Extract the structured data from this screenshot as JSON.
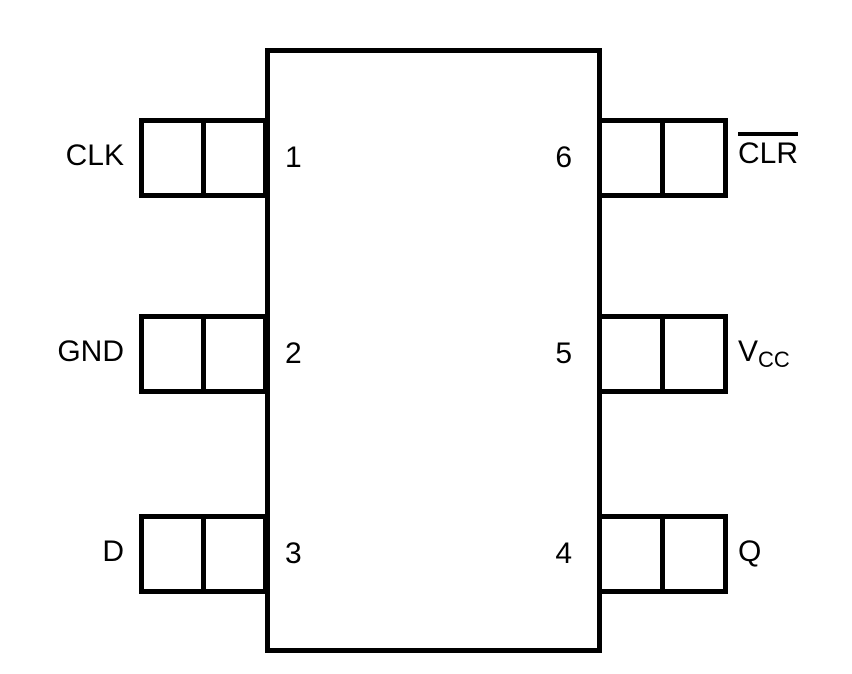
{
  "ic": {
    "background": "#ffffff",
    "stroke_color": "#000000",
    "package_pin_count": "6",
    "left_pins": [
      {
        "number": "1",
        "name": "CLK"
      },
      {
        "number": "2",
        "name": "GND"
      },
      {
        "number": "3",
        "name": "D"
      }
    ],
    "right_pins": [
      {
        "number": "6",
        "name": "CLR",
        "overline": true
      },
      {
        "number": "5",
        "name": "V",
        "subscript": "CC"
      },
      {
        "number": "4",
        "name": "Q"
      }
    ]
  }
}
